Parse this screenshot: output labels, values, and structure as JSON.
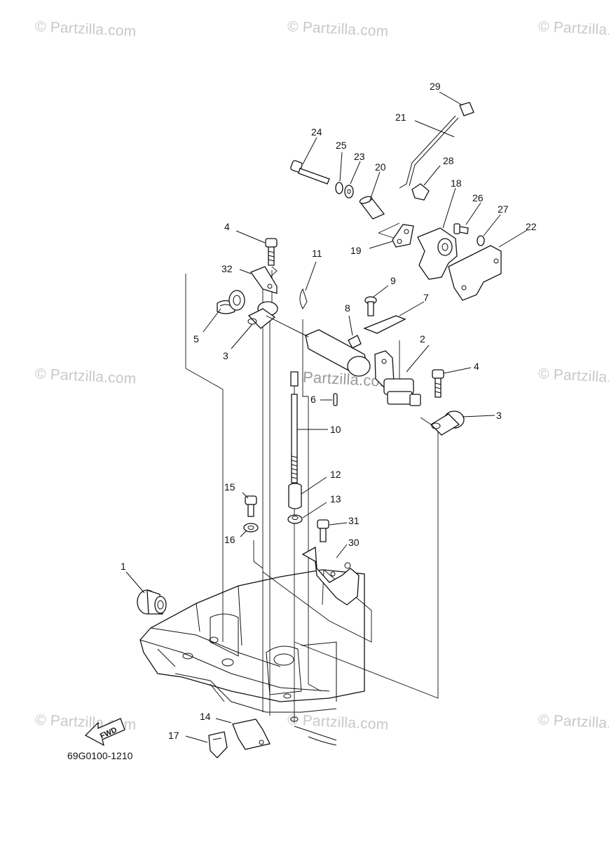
{
  "watermarks": {
    "text": "© Partzilla.com",
    "center": "Partzilla.com"
  },
  "diagram_code": "69G0100-1210",
  "fwd_label": "FWD",
  "callouts": {
    "c1": "1",
    "c2": "2",
    "c3a": "3",
    "c3b": "3",
    "c4a": "4",
    "c4b": "4",
    "c5": "5",
    "c6": "6",
    "c7": "7",
    "c8": "8",
    "c9": "9",
    "c10": "10",
    "c11": "11",
    "c12": "12",
    "c13": "13",
    "c14": "14",
    "c15": "15",
    "c16": "16",
    "c17": "17",
    "c18": "18",
    "c19": "19",
    "c20": "20",
    "c21": "21",
    "c22": "22",
    "c23": "23",
    "c24": "24",
    "c25": "25",
    "c26": "26",
    "c27": "27",
    "c28": "28",
    "c29": "29",
    "c30": "30",
    "c31": "31",
    "c32": "32"
  }
}
